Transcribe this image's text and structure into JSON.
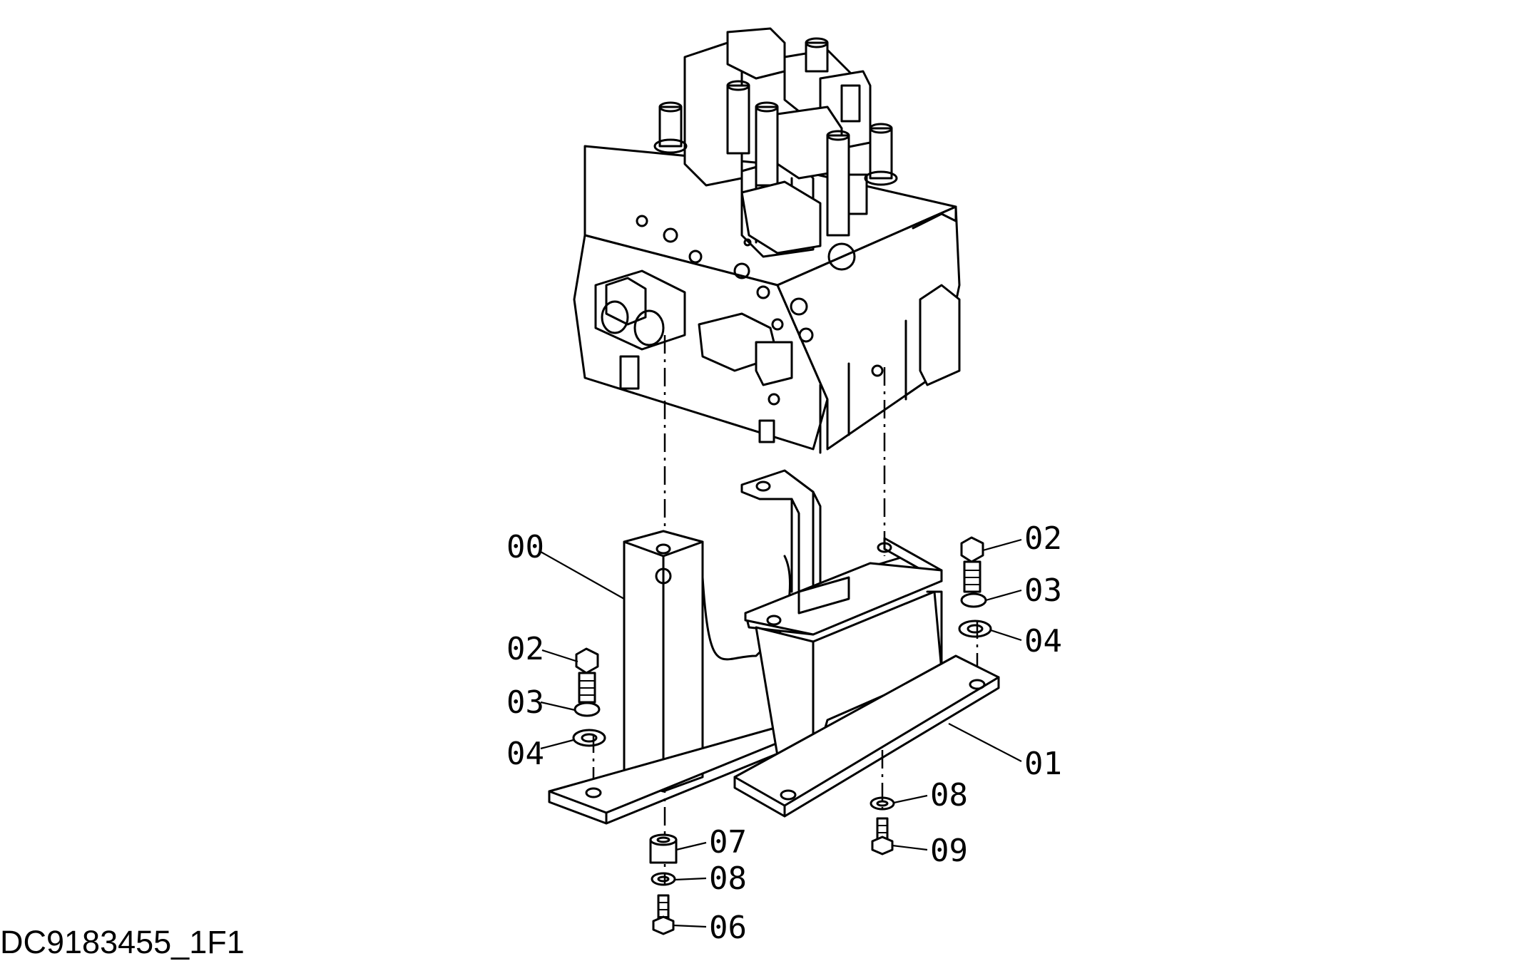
{
  "drawing_id": "DC9183455_1F1",
  "callouts": {
    "c00": "00",
    "c01": "01",
    "c02a": "02",
    "c03a": "03",
    "c04a": "04",
    "c02b": "02",
    "c03b": "03",
    "c04b": "04",
    "c06": "06",
    "c07": "07",
    "c08a": "08",
    "c08b": "08",
    "c09": "09"
  }
}
